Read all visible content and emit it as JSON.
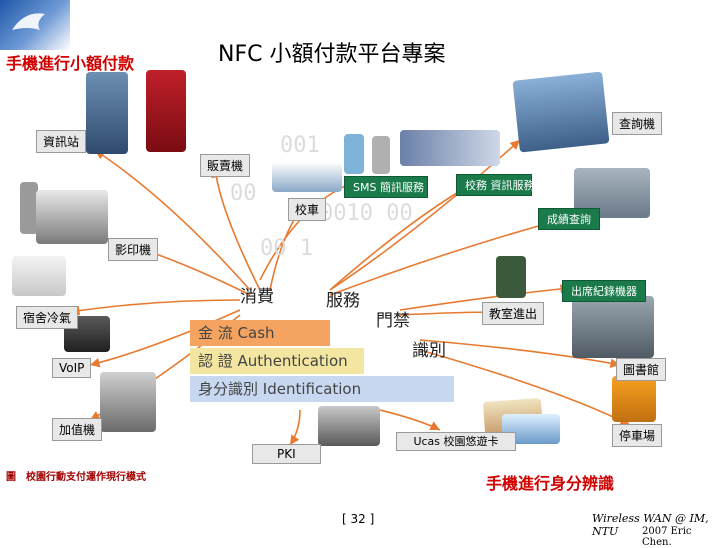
{
  "header": {
    "left_heading": "手機進行小額付款",
    "title": "NFC 小額付款平台專案"
  },
  "nodes": {
    "info_kiosk": "資訊站",
    "vending": "販賣機",
    "query_machine": "查詢機",
    "sms": "SMS 簡訊服務",
    "campus_info": "校務 資訊服務",
    "school_bus": "校車",
    "grade_query": "成績查詢",
    "copier": "影印機",
    "dorm_ac": "宿舍冷氣",
    "voip": "VoIP",
    "topup": "加值機",
    "attendance": "出席紀錄機器",
    "classroom": "教室進出",
    "library": "圖書館",
    "parking": "停車場",
    "pki": "PKI",
    "campus_card": "Ucas 校園悠遊卡",
    "consume": "消費",
    "service": "服務",
    "access": "門禁",
    "identify": "識別"
  },
  "bands": {
    "cash": "金 流 Cash",
    "auth": "認 證 Authentication",
    "ident": "身分識別 Identification"
  },
  "footer": {
    "left_caption": "圖　校園行動支付運作現行模式",
    "right_heading": "手機進行身分辨識",
    "page_number": "[ 32 ]",
    "credit_line1": "Wireless WAN @ IM, NTU",
    "credit_line2": "2007 Eric Chen."
  },
  "colors": {
    "accent_red": "#d10000",
    "band_cash": "#f4a460",
    "band_auth": "#f2e6a0",
    "band_ident": "#c8d8f0",
    "arrow": "#e87a30"
  }
}
